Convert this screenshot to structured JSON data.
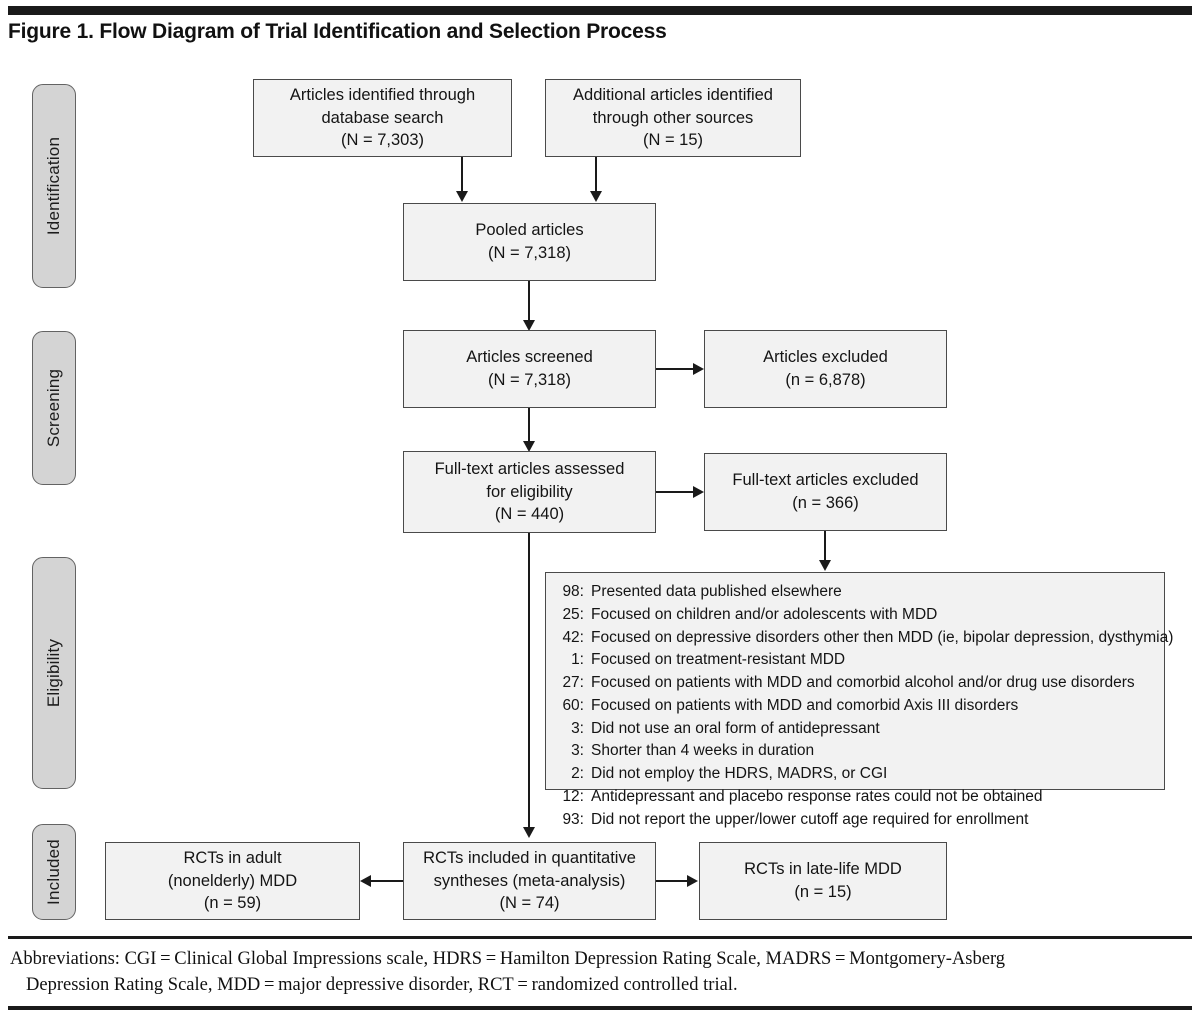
{
  "figure": {
    "title": "Figure 1. Flow Diagram of Trial Identification and Selection Process"
  },
  "stages": [
    {
      "label": "Identification"
    },
    {
      "label": "Screening"
    },
    {
      "label": "Eligibility"
    },
    {
      "label": "Included"
    }
  ],
  "boxes": {
    "database_search": {
      "line1": "Articles identified through",
      "line2": "database search",
      "line3": "(N = 7,303)"
    },
    "other_sources": {
      "line1": "Additional articles identified",
      "line2": "through other sources",
      "line3": "(N = 15)"
    },
    "pooled": {
      "line1": "Pooled articles",
      "line2": "(N = 7,318)"
    },
    "screened": {
      "line1": "Articles screened",
      "line2": "(N = 7,318)"
    },
    "screened_excluded": {
      "line1": "Articles excluded",
      "line2": "(n = 6,878)"
    },
    "fulltext_assessed": {
      "line1": "Full-text articles assessed",
      "line2": "for eligibility",
      "line3": "(N = 440)"
    },
    "fulltext_excluded": {
      "line1": "Full-text articles excluded",
      "line2": "(n = 366)"
    },
    "included_quant": {
      "line1": "RCTs included in quantitative",
      "line2": "syntheses (meta-analysis)",
      "line3": "(N = 74)"
    },
    "rct_adult": {
      "line1": "RCTs in adult",
      "line2": "(nonelderly) MDD",
      "line3": "(n = 59)"
    },
    "rct_late_life": {
      "line1": "RCTs in late-life MDD",
      "line2": "(n = 15)"
    }
  },
  "exclusion_reasons": [
    {
      "count": "98:",
      "reason": "Presented data published elsewhere"
    },
    {
      "count": "25:",
      "reason": "Focused on children and/or adolescents with MDD"
    },
    {
      "count": "42:",
      "reason": "Focused on depressive disorders other then MDD (ie, bipolar depression, dysthymia)"
    },
    {
      "count": "1:",
      "reason": "Focused on treatment-resistant MDD"
    },
    {
      "count": "27:",
      "reason": "Focused on patients with MDD and comorbid alcohol and/or drug use disorders"
    },
    {
      "count": "60:",
      "reason": "Focused on patients with MDD and comorbid Axis III disorders"
    },
    {
      "count": "3:",
      "reason": "Did not use an oral form of antidepressant"
    },
    {
      "count": "3:",
      "reason": "Shorter than 4 weeks in duration"
    },
    {
      "count": "2:",
      "reason": "Did not employ the HDRS, MADRS, or CGI"
    },
    {
      "count": "12:",
      "reason": "Antidepressant and placebo response rates could not be obtained"
    },
    {
      "count": "93:",
      "reason": "Did not report the upper/lower cutoff age required for enrollment"
    }
  ],
  "footnote": {
    "line1": "Abbreviations: CGI = Clinical Global Impressions scale, HDRS = Hamilton Depression Rating Scale, MADRS = Montgomery-Asberg",
    "line2": "Depression Rating Scale, MDD = major depressive disorder, RCT = randomized controlled trial."
  },
  "colors": {
    "box_fill": "#f2f2f2",
    "box_border": "#4a4a4a",
    "pill_fill": "#d4d4d4",
    "pill_border": "#636363",
    "rule": "#1a1a1a",
    "text": "#141414"
  }
}
